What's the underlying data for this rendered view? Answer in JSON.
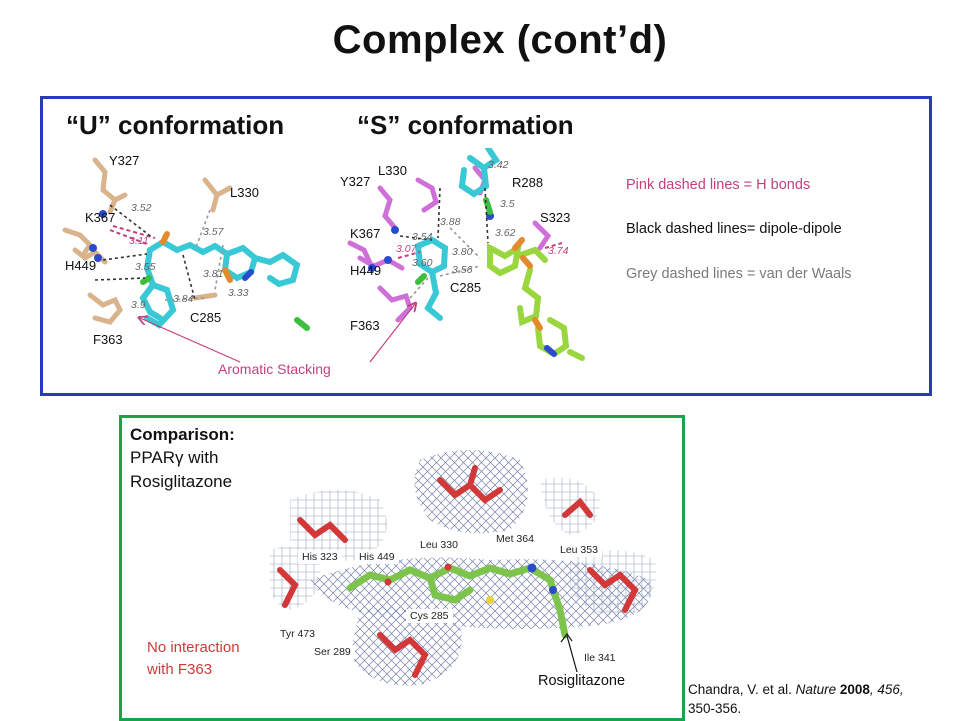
{
  "slide": {
    "title": "Complex (cont’d)"
  },
  "top_panel": {
    "u_title": "“U” conformation",
    "s_title": "“S” conformation",
    "u_labels": {
      "y327": "Y327",
      "l330": "L330",
      "k367": "K367",
      "h449": "H449",
      "f363": "F363",
      "c285": "C285",
      "d1": "3.52",
      "d2": "3.11",
      "d3": "3.55",
      "d4": "3.57",
      "d5": "3.81",
      "d6": "3.84",
      "d7": "3.33",
      "d8": "3.9"
    },
    "s_labels": {
      "l330": "L330",
      "y327": "Y327",
      "r288": "R288",
      "s323": "S323",
      "k367": "K367",
      "h449": "H449",
      "c285": "C285",
      "f363": "F363",
      "d1": "3.42",
      "d2": "3.5",
      "d3": "3.88",
      "d4": "3.62",
      "d5": "3.54",
      "d6": "3.07",
      "d7": "3.80",
      "d8": "3.60",
      "d9": "3.56",
      "d10": "3.74"
    },
    "aromatic_label": "Aromatic Stacking",
    "legend": {
      "pink": "Pink dashed lines = H bonds",
      "black": "Black dashed lines= dipole-dipole",
      "grey": "Grey dashed lines = van der Waals"
    },
    "colors": {
      "pink": "#c33f7e",
      "black": "#111111",
      "grey": "#7a7a7a",
      "border": "#2b3bb8"
    }
  },
  "bottom_panel": {
    "comparison_heading": "Comparison:",
    "comparison_line2": "PPARγ with",
    "comparison_line3": "Rosiglitazone",
    "no_interaction_line1": "No interaction",
    "no_interaction_line2": "with F363",
    "residues": {
      "his323": "His 323",
      "his449": "His 449",
      "leu330": "Leu 330",
      "met364": "Met 364",
      "leu353": "Leu 353",
      "cys285": "Cys 285",
      "tyr473": "Tyr 473",
      "ser289": "Ser 289",
      "ile341": "Ile 341"
    },
    "ligand_label": "Rosiglitazone",
    "colors": {
      "red": "#d23838",
      "border": "#1ba34a"
    }
  },
  "citation": {
    "authors": "Chandra, V. et al. ",
    "journal": "Nature",
    "year": " 2008",
    "rest": ", 456,",
    "pages": "350-356."
  }
}
